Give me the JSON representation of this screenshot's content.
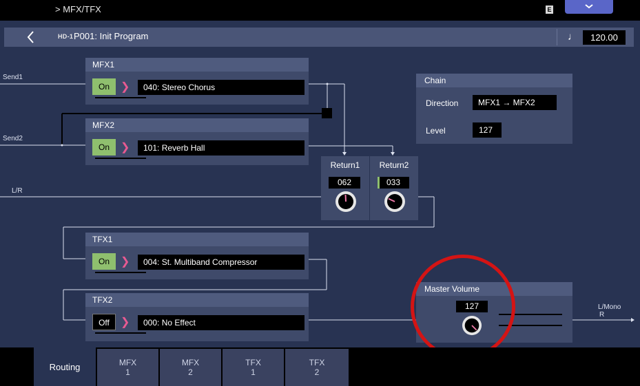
{
  "topbar": {
    "breadcrumb": "> MFX/TFX",
    "badge": "E"
  },
  "program": {
    "bank_tag": "HD-1",
    "name": "P001: Init Program",
    "note_symbol": "♩",
    "tempo": "120.00"
  },
  "routing": {
    "send1": "Send1",
    "send2": "Send2",
    "lr": "L/R",
    "out_top": "L/Mono",
    "out_bottom": "R"
  },
  "mfx1": {
    "title": "MFX1",
    "switch": "On",
    "effect": "040: Stereo Chorus"
  },
  "mfx2": {
    "title": "MFX2",
    "switch": "On",
    "effect": "101: Reverb Hall"
  },
  "tfx1": {
    "title": "TFX1",
    "switch": "On",
    "effect": "004: St. Multiband Compressor"
  },
  "tfx2": {
    "title": "TFX2",
    "switch": "Off",
    "effect": "000: No Effect"
  },
  "chain": {
    "title": "Chain",
    "direction_label": "Direction",
    "direction": "MFX1 → MFX2",
    "level_label": "Level",
    "level": "127"
  },
  "return1": {
    "title": "Return1",
    "value": "062",
    "knob_fraction": 0.49
  },
  "return2": {
    "title": "Return2",
    "value": "033",
    "knob_fraction": 0.26
  },
  "master": {
    "title": "Master Volume",
    "value": "127",
    "knob_fraction": 1.0
  },
  "tabs": [
    {
      "line1": "Routing",
      "line2": ""
    },
    {
      "line1": "MFX",
      "line2": "1"
    },
    {
      "line1": "MFX",
      "line2": "2"
    },
    {
      "line1": "TFX",
      "line2": "1"
    },
    {
      "line1": "TFX",
      "line2": "2"
    }
  ],
  "colors": {
    "screen_bg": "#283352",
    "on": "#8fbf6e",
    "chevron": "#e85a92",
    "highlight_circle": "#d41414",
    "accent": "#5a66c8"
  }
}
